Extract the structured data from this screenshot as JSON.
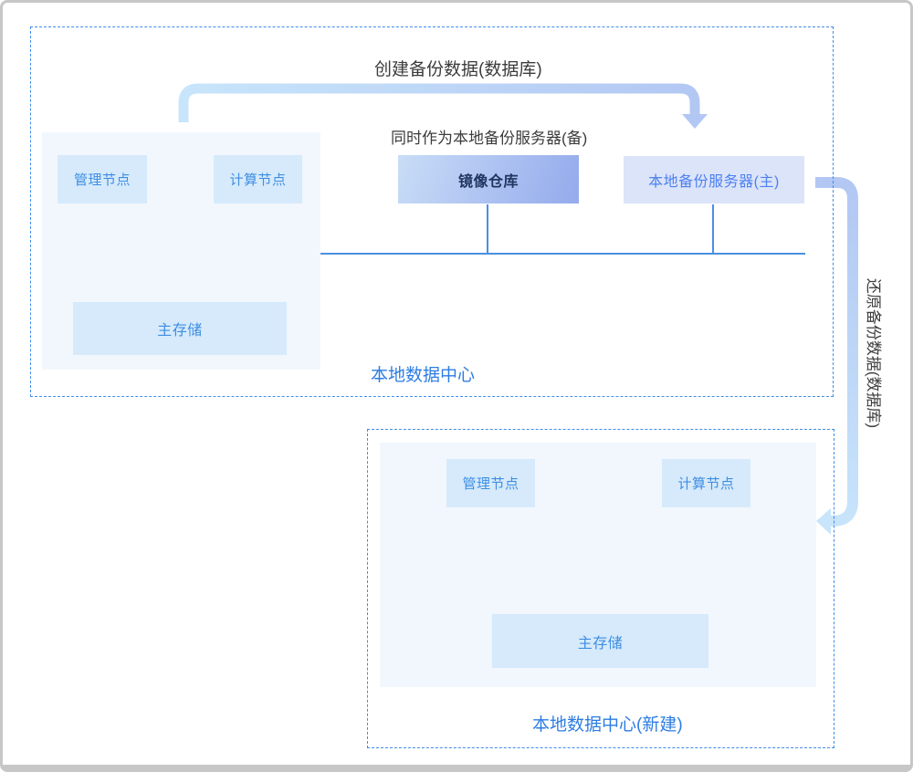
{
  "colors": {
    "accent_blue": "#4a90e2",
    "dashed_border": "#3f8ce8",
    "node_bg": "#d6eafb",
    "node_text": "#3e8ee3",
    "mirror_bg_start": "#c9ddf7",
    "mirror_bg_end": "#94aaec",
    "mirror_text": "#20355f",
    "backup_bg": "#dce4f9",
    "backup_text": "#4d80f0",
    "panel_bg": "#f2f7fd",
    "label_blue": "#2d7de3",
    "title_text": "#3c3c3c",
    "arrow_start": "#c8e5fb",
    "arrow_end": "#b2c7f3",
    "frame_border": "#c7c7c7"
  },
  "diagram": {
    "top_arrow_label": "创建备份数据(数据库)",
    "mirror_note": "同时作为本地备份服务器(备)",
    "restore_arrow_label": "还原备份数据(数据库)",
    "local_dc": {
      "label": "本地数据中心",
      "nodes": {
        "mgmt": "管理节点",
        "compute": "计算节点",
        "mirror": "镜像仓库",
        "backup_primary": "本地备份服务器(主)",
        "storage": "主存储"
      }
    },
    "new_dc": {
      "label": "本地数据中心(新建)",
      "nodes": {
        "mgmt": "管理节点",
        "compute": "计算节点",
        "storage": "主存储"
      }
    }
  }
}
